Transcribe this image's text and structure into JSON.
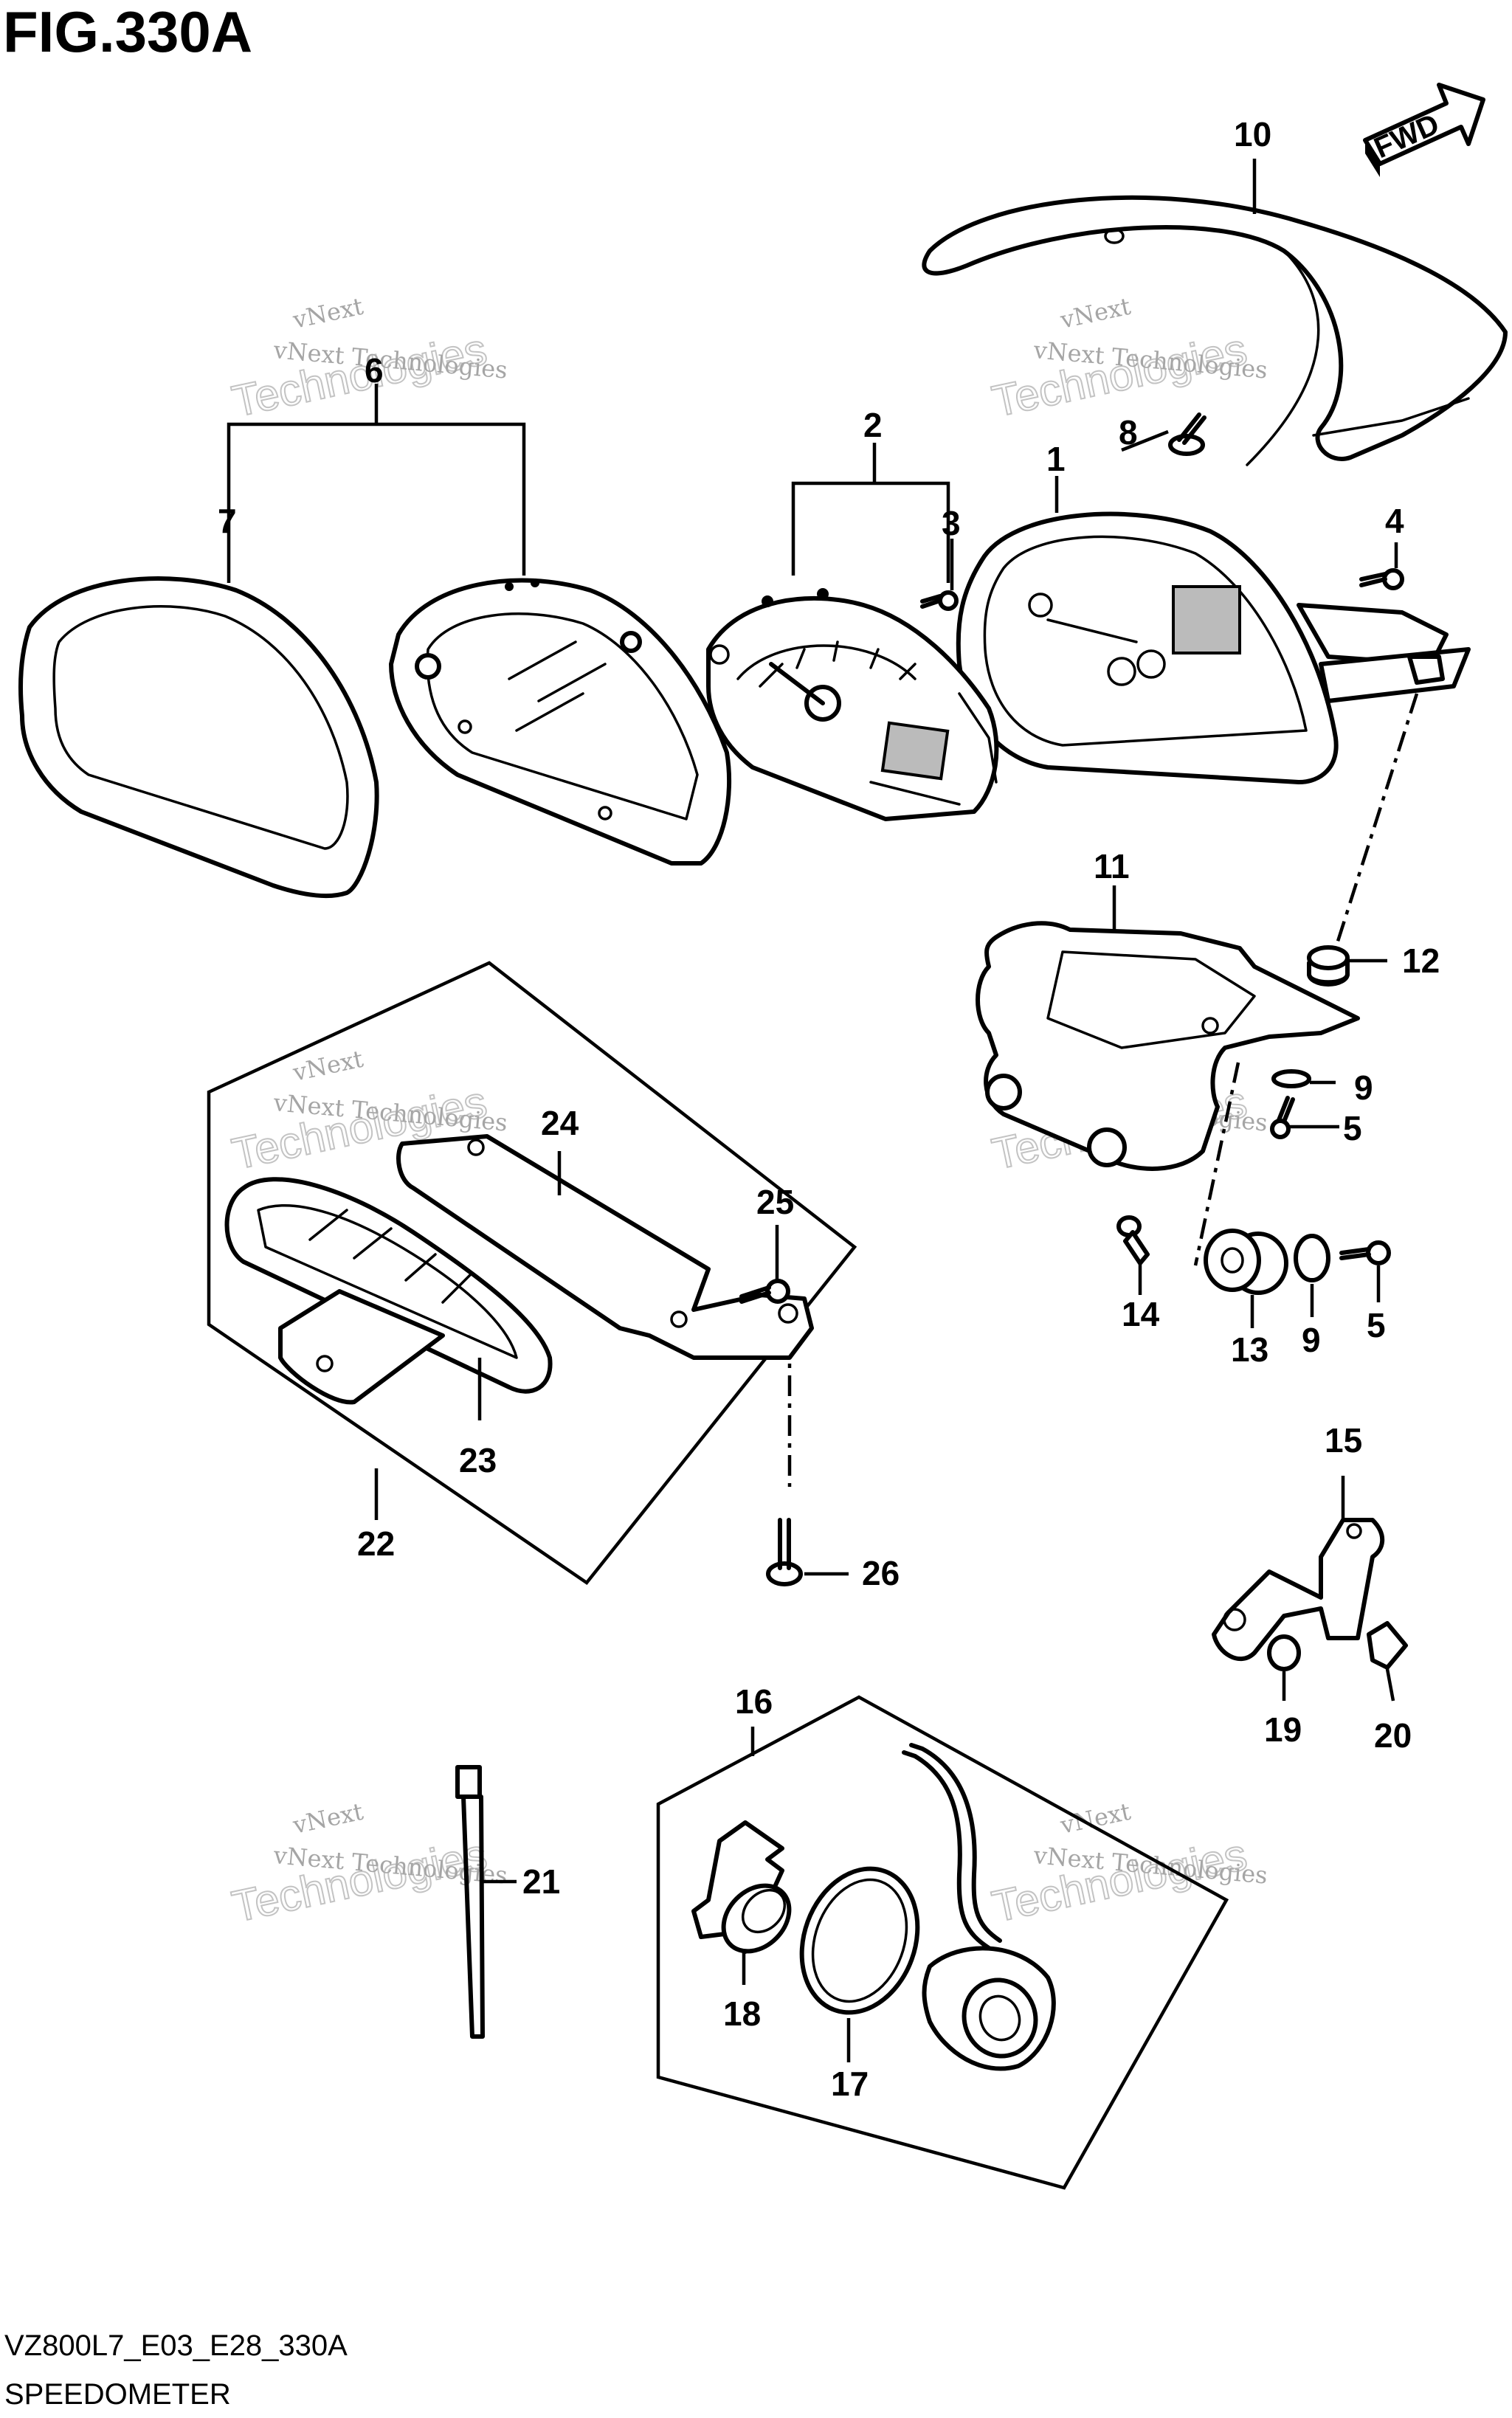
{
  "figure": {
    "title": "FIG.330A",
    "model_code": "VZ800L7_E03_E28_330A",
    "caption": "SPEEDOMETER",
    "direction_label": "FWD"
  },
  "watermark": {
    "line1": "vNext",
    "line2": "vNext Technologies",
    "line3": "Technologies"
  },
  "callouts": [
    "1",
    "2",
    "3",
    "4",
    "5",
    "5",
    "6",
    "7",
    "8",
    "9",
    "9",
    "10",
    "11",
    "12",
    "13",
    "14",
    "15",
    "16",
    "17",
    "18",
    "19",
    "20",
    "21",
    "22",
    "23",
    "24",
    "25",
    "26"
  ]
}
